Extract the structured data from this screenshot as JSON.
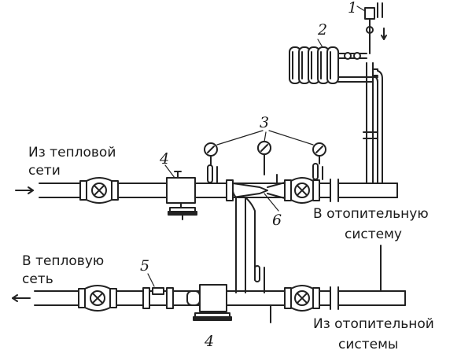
{
  "labels": {
    "from_network": [
      "Из тепловой",
      "сети"
    ],
    "to_network": [
      "В тепловую",
      "сеть"
    ],
    "to_system": [
      "В отопительную",
      "систему"
    ],
    "from_system": [
      "Из отопительной",
      "системы"
    ]
  },
  "numbers": {
    "n1": "1",
    "n2": "2",
    "n3": "3",
    "n4_top": "4",
    "n4_bottom": "4",
    "n5": "5",
    "n6": "6"
  }
}
